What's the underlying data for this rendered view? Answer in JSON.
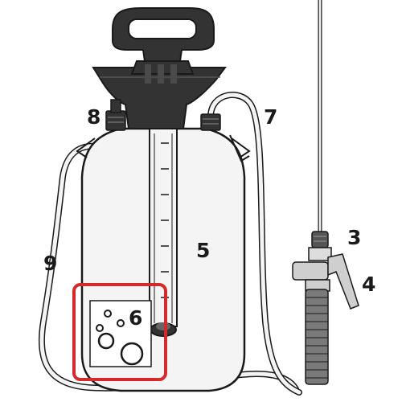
{
  "diagram": {
    "callouts": {
      "c3": "3",
      "c4": "4",
      "c5": "5",
      "c6": "6",
      "c7": "7",
      "c8": "8",
      "c9": "9"
    },
    "highlight_color": "#d42a2a",
    "body_color": "#f4f4f4",
    "cap_color": "#333333",
    "line_color": "#1a1a1a"
  }
}
